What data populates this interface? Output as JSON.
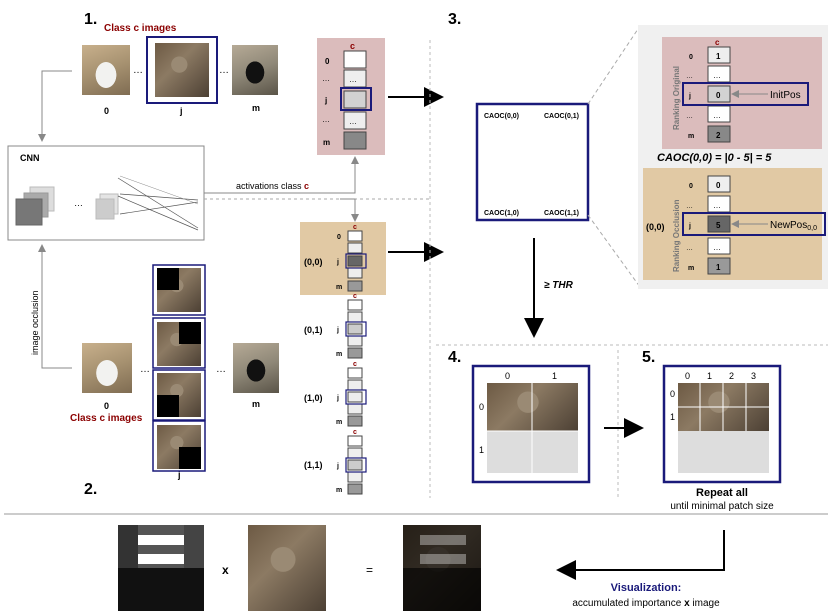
{
  "steps": [
    "1.",
    "2.",
    "3.",
    "4.",
    "5."
  ],
  "section1": {
    "title": "Class c images",
    "labels": [
      "0",
      "…",
      "j",
      "…",
      "m"
    ]
  },
  "section2": {
    "title": "Class c images",
    "labels": [
      "0",
      "…",
      "j",
      "…",
      "m"
    ],
    "side_label": "image occlusion",
    "patch_labels": [
      "(0,0)",
      "(0,1)",
      "(1,0)",
      "(1,1)"
    ]
  },
  "cnn": {
    "label": "CNN",
    "dots": "…",
    "activations": "activations class",
    "activations_c": "c"
  },
  "column": {
    "head": "c",
    "rows": [
      "0",
      "…",
      "j",
      "…",
      "m"
    ],
    "cell_dots": "…"
  },
  "section3": {
    "caoc_labels": [
      "CAOC(0,0)",
      "CAOC(0,1)",
      "CAOC(1,0)",
      "CAOC(1,1)"
    ],
    "threshold": "≥ THR",
    "ranking_original": {
      "side": "Ranking Original",
      "head": "c",
      "rows": [
        "0",
        "…",
        "j",
        "…",
        "m"
      ],
      "values": [
        "1",
        "…",
        "0",
        "…",
        "2"
      ],
      "pointer": "InitPos"
    },
    "formula": "CAOC(0,0) = |0 - 5| = 5",
    "ranking_occlusion": {
      "side": "Ranking Occlusion",
      "prefix": "(0,0)",
      "rows": [
        "0",
        "…",
        "j",
        "…",
        "m"
      ],
      "values": [
        "0",
        "…",
        "5",
        "…",
        "1"
      ],
      "pointer": "NewPos",
      "pointer_sub": "0,0"
    }
  },
  "section4": {
    "cols": [
      "0",
      "1"
    ],
    "rows": [
      "0",
      "1"
    ]
  },
  "section5": {
    "cols": [
      "0",
      "1",
      "2",
      "3"
    ],
    "rows": [
      "0",
      "1"
    ],
    "repeat": "Repeat all",
    "repeat_sub": "until minimal patch size"
  },
  "bottom": {
    "times": "x",
    "equals": "=",
    "vis_title": "Visualization:",
    "vis_sub_a": "accumulated importance",
    "vis_sub_b": "x",
    "vis_sub_c": "image"
  },
  "colors": {
    "navy": "#1a1a7a",
    "dark_red": "#8b0000",
    "pink_bg": "#dbbcbc",
    "tan_bg": "#e1c9a4",
    "grey_panel": "#f0f0f0"
  }
}
